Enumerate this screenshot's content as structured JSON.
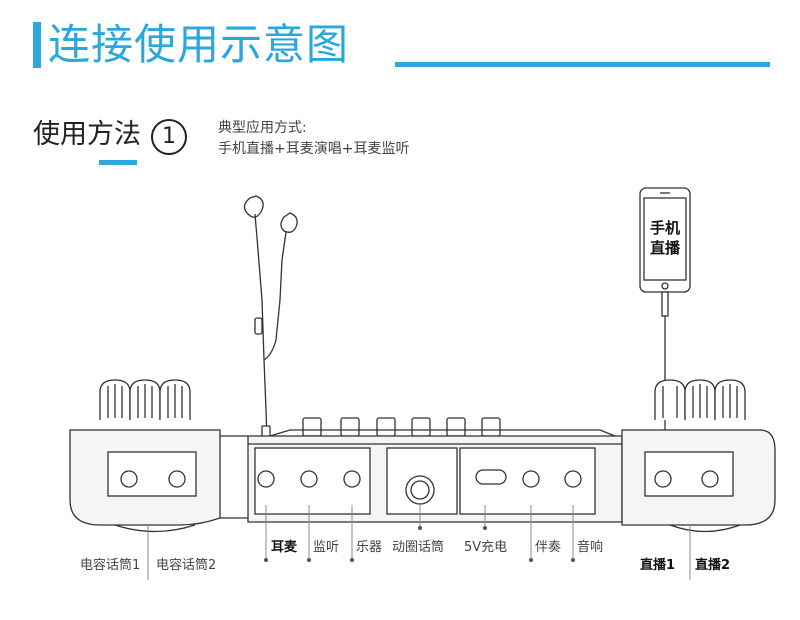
{
  "title": "连接使用示意图",
  "method": {
    "label": "使用方法",
    "number": "1",
    "desc_line1": "典型应用方式:",
    "desc_line2": "手机直播+耳麦演唱+耳麦监听"
  },
  "phone": {
    "line1": "手机",
    "line2": "直播"
  },
  "labels": {
    "mic1": "电容话筒1",
    "mic2": "电容话筒2",
    "earphone": "耳麦",
    "monitor": "监听",
    "instrument": "乐器",
    "dynamic_mic": "动圈话筒",
    "charge": "5V充电",
    "accompany": "伴奏",
    "speaker": "音响",
    "live1": "直播1",
    "live2": "直播2"
  },
  "colors": {
    "accent": "#2aa7dd",
    "device": "#f5f5f5",
    "outline": "#333333"
  }
}
